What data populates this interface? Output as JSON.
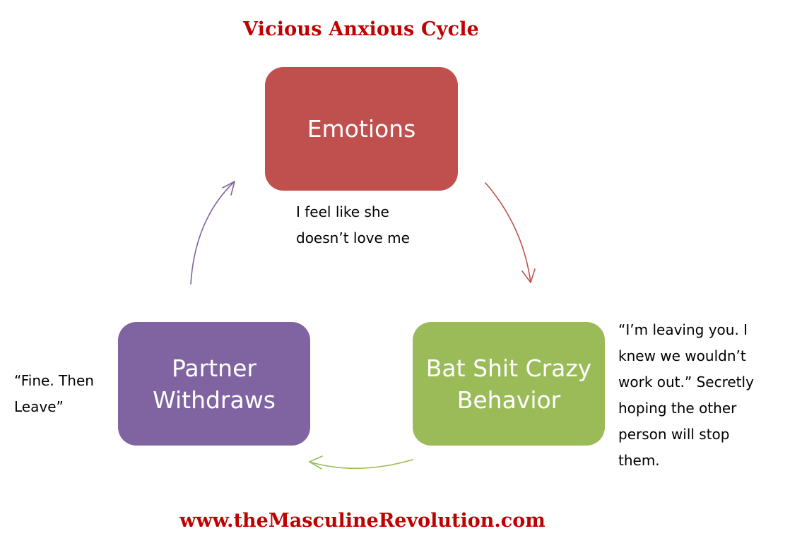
{
  "title": "Vicious Anxious Cycle",
  "nodes": {
    "emotions": {
      "label": "Emotions",
      "color": "#c0504d"
    },
    "withdraws": {
      "label": "Partner\nWithdraws",
      "color": "#8064a2"
    },
    "behavior": {
      "label": "Bat Shit Crazy\nBehavior",
      "color": "#9bbb59"
    }
  },
  "notes": {
    "emotions": "I feel like she\ndoesn’t love me",
    "withdraws": "“Fine. Then\nLeave”",
    "behavior": "“I’m leaving you. I\nknew we wouldn’t\nwork out.” Secretly\nhoping the other\nperson will stop\nthem."
  },
  "footer": "www.theMasculineRevolution.com",
  "colors": {
    "title": "#c00000",
    "arrow_red": "#c0504d",
    "arrow_green": "#9bbb59",
    "arrow_purple": "#8064a2"
  }
}
